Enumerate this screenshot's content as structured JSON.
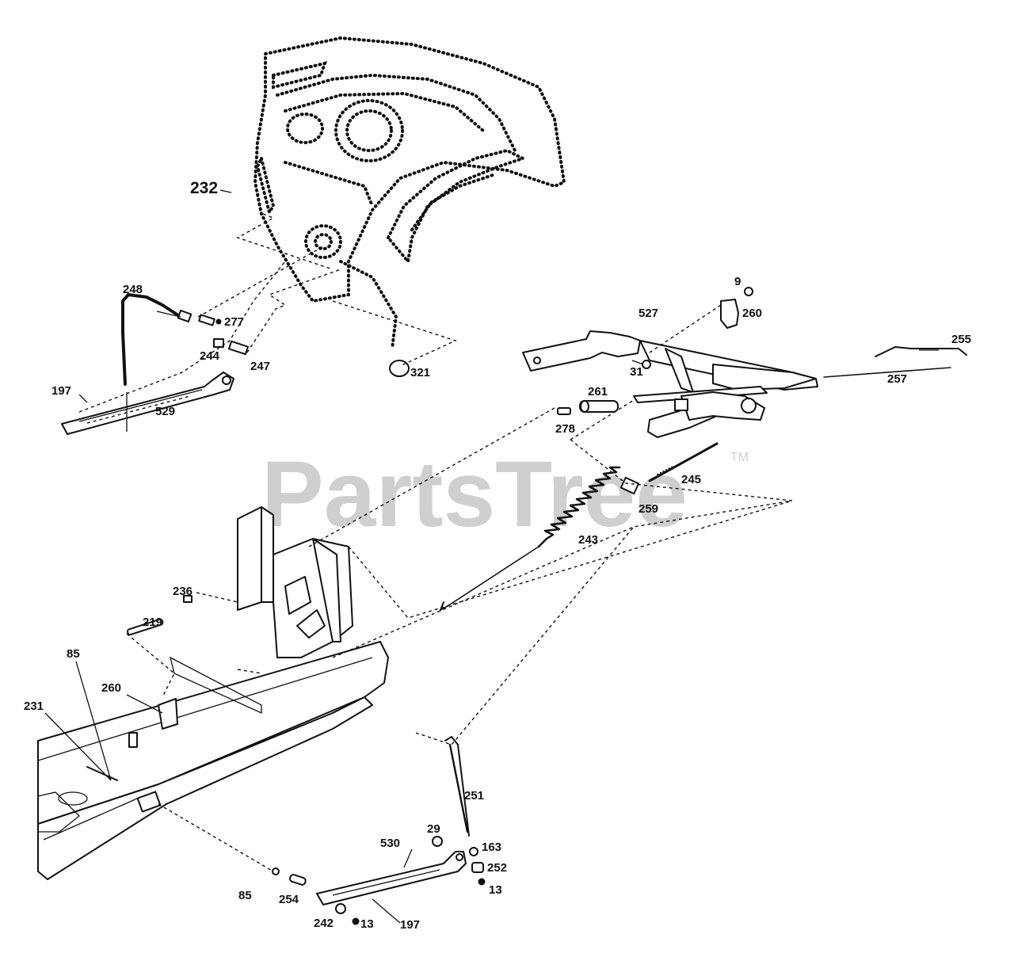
{
  "watermark": {
    "text": "PartsTree",
    "trademark": "TM"
  },
  "colors": {
    "line": "#111111",
    "watermark": "#cfcfcf",
    "background": "#ffffff"
  },
  "callouts": [
    {
      "id": "c232",
      "text": "232"
    },
    {
      "id": "c248",
      "text": "248"
    },
    {
      "id": "c277",
      "text": "277"
    },
    {
      "id": "c244",
      "text": "244"
    },
    {
      "id": "c247",
      "text": "247"
    },
    {
      "id": "c197a",
      "text": "197"
    },
    {
      "id": "c529",
      "text": "529"
    },
    {
      "id": "c321",
      "text": "321"
    },
    {
      "id": "c9",
      "text": "9"
    },
    {
      "id": "c260a",
      "text": "260"
    },
    {
      "id": "c527",
      "text": "527"
    },
    {
      "id": "c255",
      "text": "255"
    },
    {
      "id": "c31",
      "text": "31"
    },
    {
      "id": "c257",
      "text": "257"
    },
    {
      "id": "c261",
      "text": "261"
    },
    {
      "id": "c278",
      "text": "278"
    },
    {
      "id": "c245",
      "text": "245"
    },
    {
      "id": "c259",
      "text": "259"
    },
    {
      "id": "c243",
      "text": "243"
    },
    {
      "id": "c236",
      "text": "236"
    },
    {
      "id": "c219",
      "text": "219"
    },
    {
      "id": "c85a",
      "text": "85"
    },
    {
      "id": "c260b",
      "text": "260"
    },
    {
      "id": "c231",
      "text": "231"
    },
    {
      "id": "c251",
      "text": "251"
    },
    {
      "id": "c29",
      "text": "29"
    },
    {
      "id": "c530",
      "text": "530"
    },
    {
      "id": "c163",
      "text": "163"
    },
    {
      "id": "c252",
      "text": "252"
    },
    {
      "id": "c13a",
      "text": "13"
    },
    {
      "id": "c85b",
      "text": "85"
    },
    {
      "id": "c254",
      "text": "254"
    },
    {
      "id": "c242",
      "text": "242"
    },
    {
      "id": "c13b",
      "text": "13"
    },
    {
      "id": "c197b",
      "text": "197"
    }
  ]
}
